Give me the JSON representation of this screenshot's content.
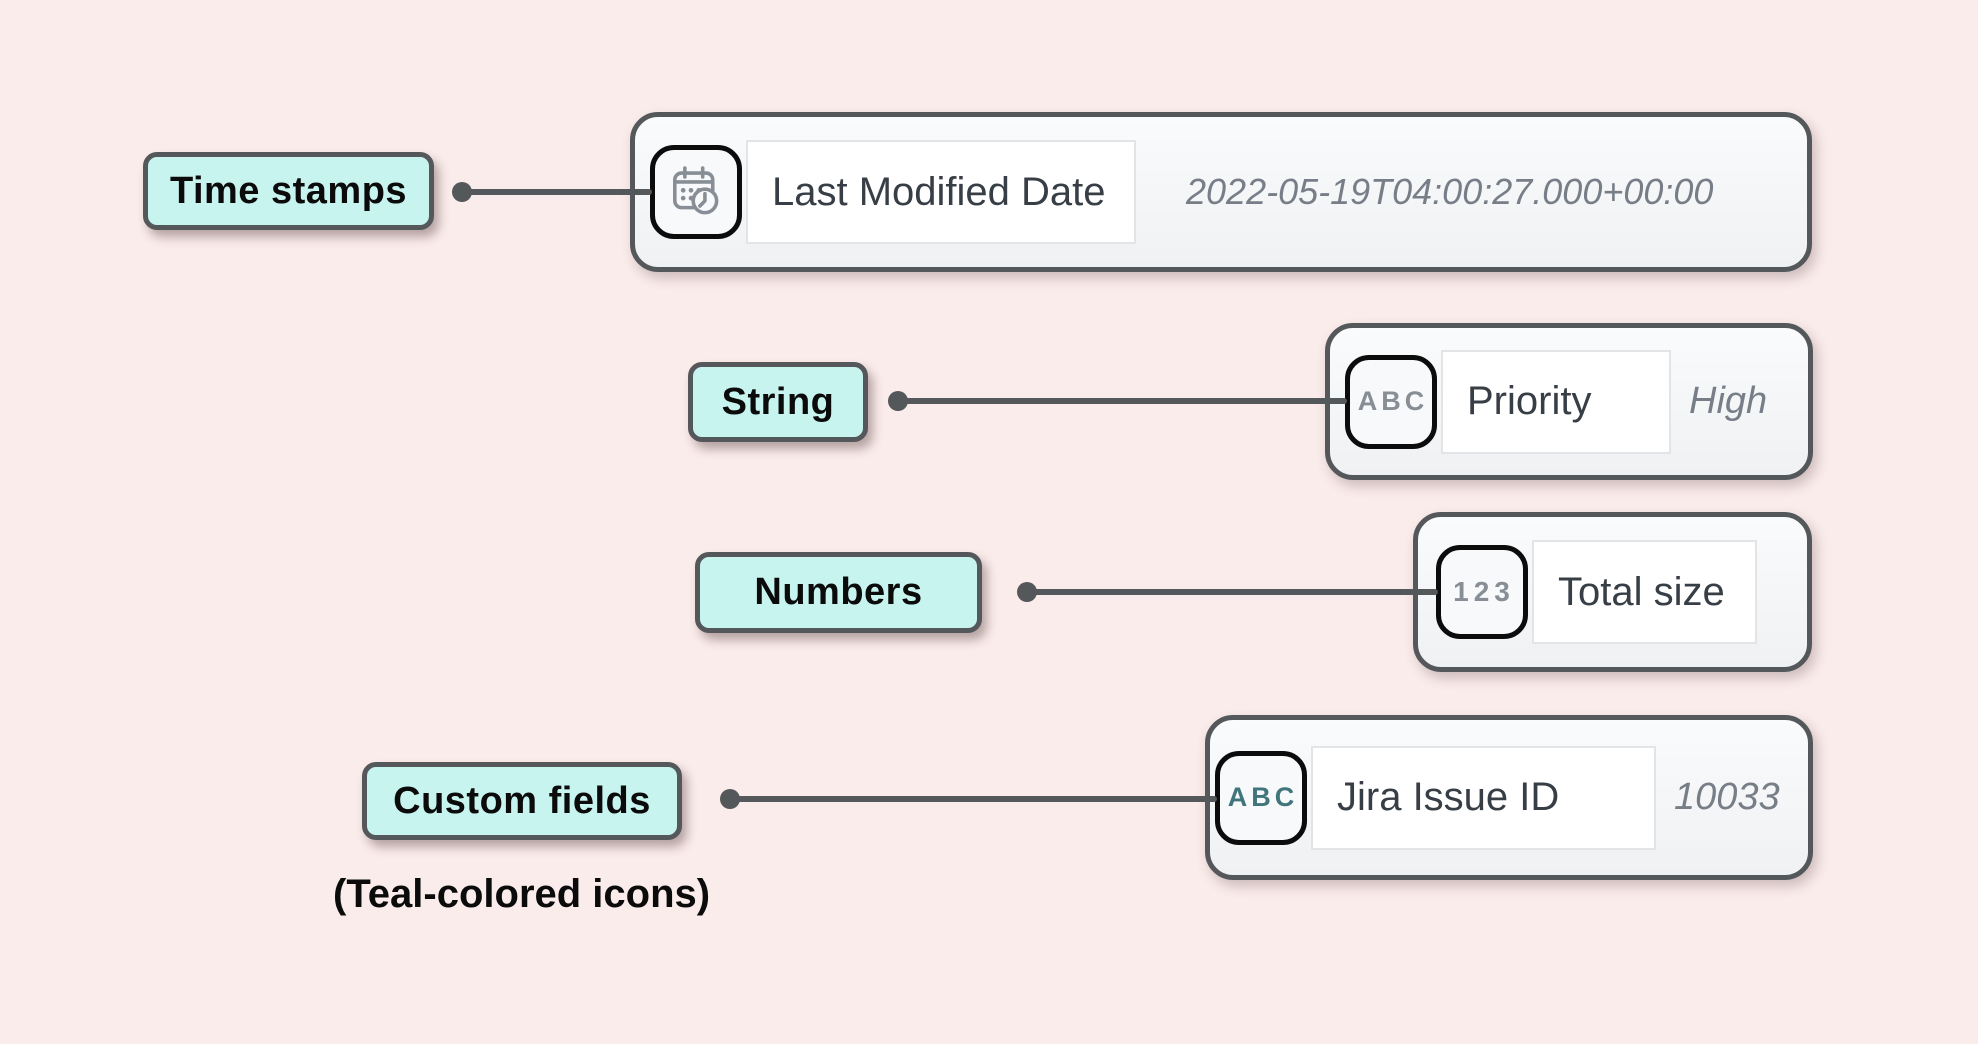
{
  "figure": {
    "footnote": "(Teal-colored icons)"
  },
  "callouts": [
    {
      "text": "Time stamps"
    },
    {
      "text": "String"
    },
    {
      "text": "Numbers"
    },
    {
      "text": "Custom fields"
    }
  ],
  "fields": [
    {
      "icon": "calendar-clock",
      "icon_text": "",
      "name": "Last Modified Date",
      "value": "2022-05-19T04:00:27.000+00:00"
    },
    {
      "icon": "abc-string",
      "icon_text": "ABC",
      "name": "Priority",
      "value": "High"
    },
    {
      "icon": "numbers-123",
      "icon_text": "123",
      "name": "Total size",
      "value": ""
    },
    {
      "icon": "abc-custom-teal",
      "icon_text": "ABC",
      "name": "Jira Issue ID",
      "value": "10033"
    }
  ],
  "colors": {
    "background": "#faeceb",
    "callout_fill": "#c8f4f0",
    "outline_dark": "#55585b",
    "icon_box_border": "#0c0c0c",
    "icon_gray": "#878e96",
    "icon_teal": "#40757b",
    "field_name_text": "#383e46",
    "field_value_text": "#777e88",
    "card_fill": "#f6f7f9",
    "name_box_fill": "#ffffff"
  }
}
